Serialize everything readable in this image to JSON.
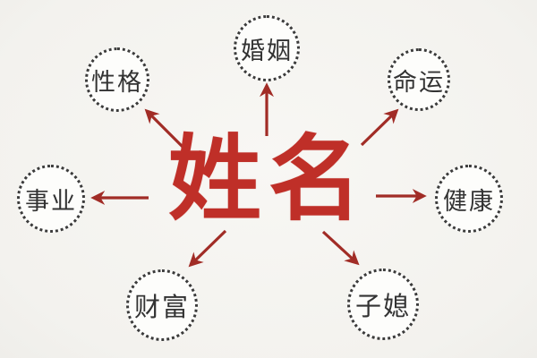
{
  "diagram": {
    "center": {
      "label": "姓名"
    },
    "nodes": [
      {
        "id": "marriage",
        "label": "婚姻",
        "position": "top-center"
      },
      {
        "id": "personality",
        "label": "性格",
        "position": "top-left"
      },
      {
        "id": "destiny",
        "label": "命运",
        "position": "top-right"
      },
      {
        "id": "career",
        "label": "事业",
        "position": "left"
      },
      {
        "id": "health",
        "label": "健康",
        "position": "right"
      },
      {
        "id": "wealth",
        "label": "财富",
        "position": "bottom-left"
      },
      {
        "id": "children",
        "label": "子媳",
        "position": "bottom-right"
      }
    ],
    "colors": {
      "center_text": "#bf2f28",
      "arrow": "#a12c26",
      "node_border": "#3b3b3b",
      "node_text": "#333333",
      "background": "#f5f4f1",
      "node_fill": "#fdfdfb"
    }
  }
}
